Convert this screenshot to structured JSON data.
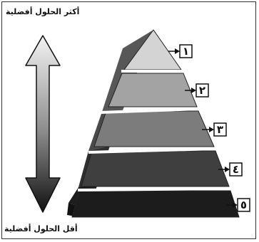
{
  "arrow": {
    "top_label": "أكثر الحلول أفضلية",
    "bottom_label": "أقل الحلول أفضلية"
  },
  "tiers": [
    {
      "number": "١",
      "fill": "#d4d4d4",
      "side": "#5a5a5a"
    },
    {
      "number": "٢",
      "fill": "#a3a3a3",
      "side": "#4a4a4a"
    },
    {
      "number": "٣",
      "fill": "#7c7c7c",
      "side": "#3c3c3c"
    },
    {
      "number": "٤",
      "fill": "#3f3f3f",
      "side": "#262626"
    },
    {
      "number": "٥",
      "fill": "#1c1c1c",
      "side": "#111111"
    }
  ]
}
